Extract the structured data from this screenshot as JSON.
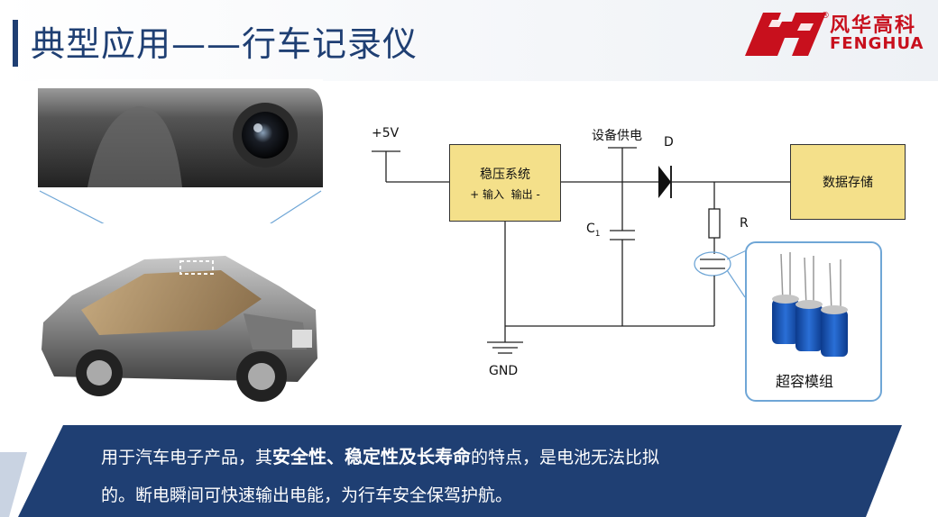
{
  "slide": {
    "title": "典型应用——行车记录仪"
  },
  "logo": {
    "name_cn": "风华高科",
    "name_en": "FENGHUA",
    "registered_mark": "®"
  },
  "circuit": {
    "input_label": "+5V",
    "regulator_title": "稳压系统",
    "regulator_sub": "+ 输入  输出 -",
    "supply_label": "设备供电",
    "diode_label": "D",
    "capacitor_label": "C",
    "capacitor_subscript": "1",
    "resistor_label": "R",
    "storage_label": "数据存储",
    "ground_label": "GND",
    "module_label": "超容模组"
  },
  "footer": {
    "text_part1": "用于汽车电子产品，其",
    "text_bold": "安全性、稳定性及长寿命",
    "text_part2": "的特点，是电池无法比拟",
    "text_line2": "的。断电瞬间可快速输出电能，为行车安全保驾护航。"
  },
  "colors": {
    "title": "#1f3f73",
    "brand_red": "#c8101d",
    "box_fill": "#f4e08a",
    "band": "#1f3f73",
    "inset_border": "#6fa6d6"
  }
}
